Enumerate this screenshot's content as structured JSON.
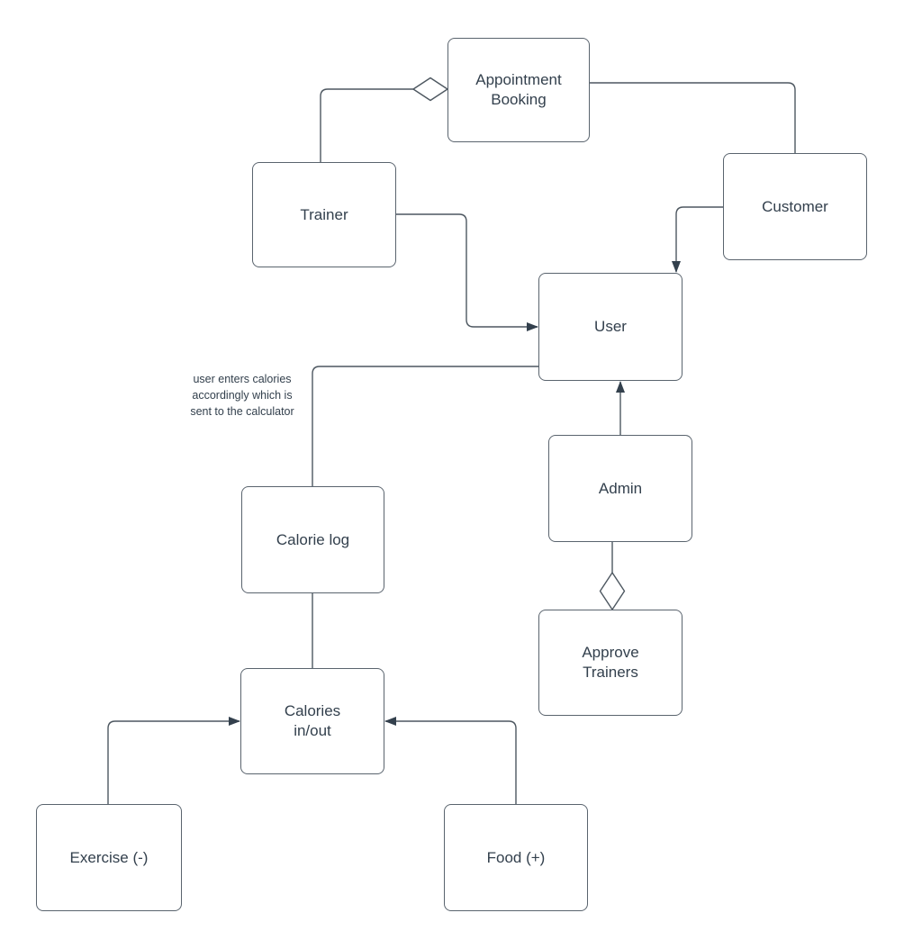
{
  "colors": {
    "node_border": "#5a646e",
    "connector": "#4d5760",
    "arrow": "#33404d",
    "text": "#33404d",
    "background": "#ffffff"
  },
  "nodes": {
    "appointment_booking": {
      "label": "Appointment\nBooking"
    },
    "trainer": {
      "label": "Trainer"
    },
    "customer": {
      "label": "Customer"
    },
    "user": {
      "label": "User"
    },
    "admin": {
      "label": "Admin"
    },
    "approve_trainers": {
      "label": "Approve\nTrainers"
    },
    "calorie_log": {
      "label": "Calorie log"
    },
    "calories_in_out": {
      "label": "Calories\nin/out"
    },
    "exercise": {
      "label": "Exercise (-)"
    },
    "food": {
      "label": "Food (+)"
    }
  },
  "annotations": {
    "calorie_note": "user enters calories\naccordingly which is\nsent to the calculator"
  },
  "edges": [
    {
      "from": "trainer",
      "to": "appointment_booking",
      "type": "aggregation-diamond-at-target"
    },
    {
      "from": "customer",
      "to": "appointment_booking",
      "type": "line"
    },
    {
      "from": "trainer",
      "to": "user",
      "type": "arrow"
    },
    {
      "from": "customer",
      "to": "user",
      "type": "arrow"
    },
    {
      "from": "admin",
      "to": "user",
      "type": "arrow"
    },
    {
      "from": "approve_trainers",
      "to": "admin",
      "type": "aggregation-diamond-at-target"
    },
    {
      "from": "calorie_log",
      "to": "user",
      "type": "line",
      "label": "user enters calories accordingly which is sent to the calculator"
    },
    {
      "from": "calorie_log",
      "to": "calories_in_out",
      "type": "line"
    },
    {
      "from": "exercise",
      "to": "calories_in_out",
      "type": "arrow"
    },
    {
      "from": "food",
      "to": "calories_in_out",
      "type": "arrow"
    }
  ]
}
